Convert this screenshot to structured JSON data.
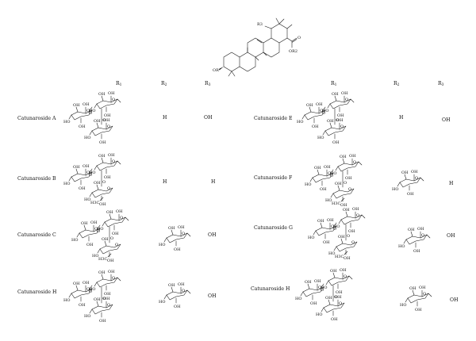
{
  "headers": {
    "left": {
      "r1": "R1",
      "r2": "R2",
      "r3": "R3"
    },
    "right": {
      "r1": "R1",
      "r2": "R2",
      "r3": "R3"
    }
  },
  "core_labels": {
    "r3": "R3",
    "o": "O",
    "or2": "OR2",
    "or": "OR"
  },
  "sugar_labels": {
    "oh": "OH",
    "ho": "HO",
    "o": "O",
    "h3c": "H3C"
  },
  "compounds_left": [
    {
      "name": "Catunaroside A",
      "r2": "H",
      "r3": "OH",
      "r2_is_sugar": false,
      "r3_is_sugar": false
    },
    {
      "name": "Catunaroside B",
      "r2": "H",
      "r3": "H",
      "r2_is_sugar": false,
      "r3_is_sugar": false
    },
    {
      "name": "Catunaroside C",
      "r2": "",
      "r3": "OH",
      "r2_is_sugar": true,
      "r3_is_sugar": false
    },
    {
      "name": "Catunaroside H",
      "r2": "",
      "r3": "OH",
      "r2_is_sugar": true,
      "r3_is_sugar": false
    }
  ],
  "compounds_right": [
    {
      "name": "Catunaroside E",
      "r2": "H",
      "r3": "OH",
      "r2_is_sugar": false,
      "r3_is_sugar": false
    },
    {
      "name": "Catunaroside F",
      "r2": "",
      "r3": "H",
      "r2_is_sugar": true,
      "r3_is_sugar": false
    },
    {
      "name": "Catunaroside G",
      "r2": "",
      "r3": "OH",
      "r2_is_sugar": true,
      "r3_is_sugar": false
    },
    {
      "name": "Catunaroside H",
      "r2": "",
      "r3": "OH",
      "r2_is_sugar": true,
      "r3_is_sugar": false
    }
  ]
}
